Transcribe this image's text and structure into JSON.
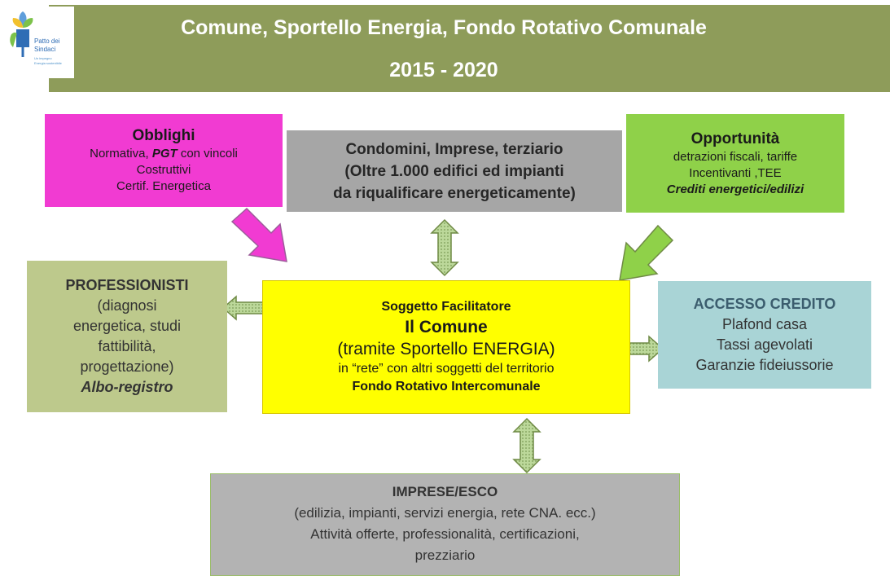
{
  "header": {
    "title": "Comune, Sportello Energia,  Fondo Rotativo Comunale",
    "years": "2015 - 2020",
    "logo_text": [
      "Patto dei",
      "Sindaci",
      "Un impegno",
      "Energia sostenibile"
    ]
  },
  "boxes": {
    "obblighi": {
      "title": "Obblighi",
      "line1_pre": "Normativa, ",
      "line1_em": "PGT",
      "line1_post": " con vincoli",
      "line2": "Costruttivi",
      "line3": "Certif. Energetica"
    },
    "condomini": {
      "line1": "Condomini, Imprese, terziario",
      "line2": "(Oltre 1.000  edifici ed impianti",
      "line3": "da riqualificare energeticamente)"
    },
    "opportunita": {
      "title": "Opportunità",
      "line1": "detrazioni fiscali, tariffe",
      "line2": "Incentivanti ,TEE",
      "line3": "Crediti energetici/edilizi"
    },
    "professionisti": {
      "title": "PROFESSIONISTI",
      "line1": "(diagnosi",
      "line2": "energetica, studi",
      "line3": "fattibilità,",
      "line4": "progettazione)",
      "line5": "Albo-registro"
    },
    "soggetto": {
      "line1": "Soggetto Facilitatore",
      "line2": "Il Comune",
      "line3": "(tramite Sportello ENERGIA)",
      "line4": "in “rete” con altri soggetti del territorio",
      "line5": "Fondo Rotativo Intercomunale"
    },
    "credito": {
      "title": "ACCESSO CREDITO",
      "line1": "Plafond casa",
      "line2": "Tassi agevolati",
      "line3": "Garanzie fideiussorie"
    },
    "imprese": {
      "title": "IMPRESE/ESCO",
      "line1": "(edilizia, impianti, servizi energia, rete CNA. ecc.)",
      "line2": "Attività offerte, professionalità, certificazioni,",
      "line3": "prezziario"
    }
  },
  "colors": {
    "header": "#8e9c5a",
    "obblighi": "#f13bd2",
    "condomini": "#a6a6a6",
    "opportunita": "#8fd149",
    "professionisti": "#bdc98c",
    "soggetto": "#ffff00",
    "credito": "#a9d4d6",
    "imprese": "#b3b3b3",
    "arrow_fill": "#9bbd6a",
    "arrow_stroke": "#6f8a45"
  }
}
